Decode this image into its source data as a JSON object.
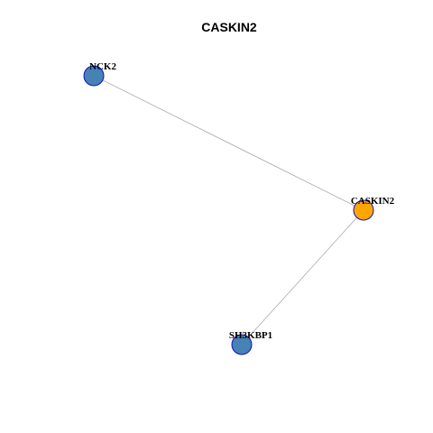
{
  "title": "CASKIN2",
  "colors": {
    "hub_fill": "#FFA500",
    "neighbor_fill": "#4682B4",
    "node_stroke": "#1010CC",
    "edge": "#AAAAAA",
    "text": "#000000"
  },
  "nodes": [
    {
      "id": "NCK2",
      "label": "NCK2",
      "role": "neighbor"
    },
    {
      "id": "CASKIN2",
      "label": "CASKIN2",
      "role": "hub"
    },
    {
      "id": "SH3KBP1",
      "label": "SH3KBP1",
      "role": "neighbor"
    }
  ],
  "edges": [
    {
      "source": "NCK2",
      "target": "CASKIN2"
    },
    {
      "source": "CASKIN2",
      "target": "SH3KBP1"
    }
  ]
}
